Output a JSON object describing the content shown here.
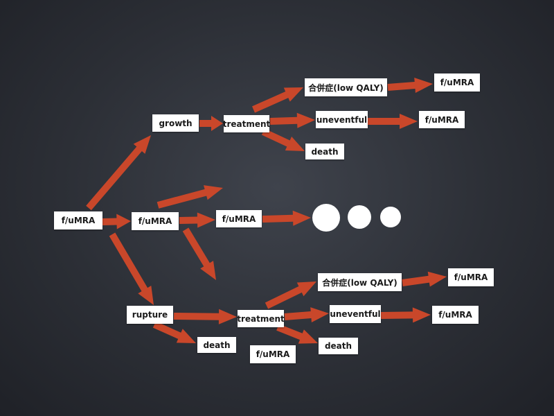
{
  "diagram": {
    "arrow_color": "#c9472a",
    "nodes": {
      "root": "f/uMRA",
      "growth": "growth",
      "growth_treatment": "treatment",
      "growth_complication": "合併症(low QALY)",
      "growth_complication_next": "f/uMRA",
      "growth_uneventful": "uneventful",
      "growth_uneventful_next": "f/uMRA",
      "growth_death": "death",
      "mid_fumra": "f/uMRA",
      "mid_next_fumra": "f/uMRA",
      "rupture": "rupture",
      "rupture_death": "death",
      "rupture_treatment": "treatment",
      "rupture_complication": "合併症(low QALY)",
      "rupture_complication_next": "f/uMRA",
      "rupture_uneventful": "uneventful",
      "rupture_uneventful_next": "f/uMRA",
      "rupture_treatment_death": "death",
      "bottom_fumra": "f/uMRA"
    }
  }
}
